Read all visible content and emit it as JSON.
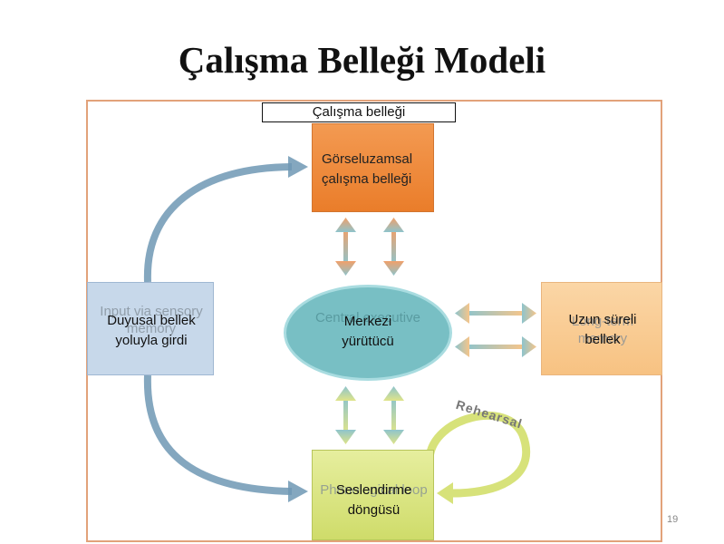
{
  "title": "Çalışma Belleği Modeli",
  "diagram": {
    "working_memory_label": "Çalışma belleği",
    "visuospatial": {
      "line1": "Görseluzamsal",
      "line2": "çalışma belleği"
    },
    "sensory": {
      "line1": "Duyusal bellek",
      "line2": "yoluyla girdi",
      "ghost": "Input via sensory memory"
    },
    "central": {
      "line1": "Merkezi",
      "line2": "yürütücü",
      "ghost": "Central executive"
    },
    "long_term": {
      "line1": "Uzun süreli",
      "line2": "bellek",
      "ghost": "Long-term memory"
    },
    "phonological": {
      "line1": "Seslendirme",
      "line2": "döngüsü",
      "ghost": "Phonological loop"
    },
    "rehearsal": "Rehearsal",
    "colors": {
      "visuospatial": "#f08a3a",
      "sensory": "#c7d8ea",
      "central": "#78bfc4",
      "long_term": "#f9c98e",
      "phonological": "#d9e47c",
      "arrow_blue": "#6f98b4"
    }
  },
  "page_number": "19"
}
